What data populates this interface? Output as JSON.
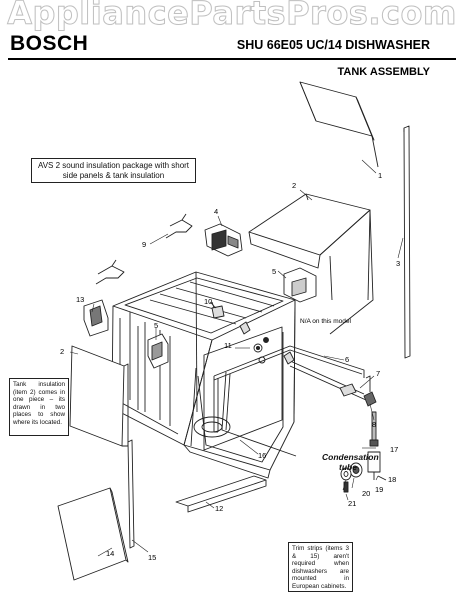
{
  "watermark": "AppliancePartsPros.com",
  "header": {
    "brand": "BOSCH",
    "model": "SHU 66E05 UC/14 DISHWASHER",
    "section": "TANK ASSEMBLY"
  },
  "notes": {
    "avs": "AVS 2 sound insulation package with short side panels & tank insulation",
    "tank_insulation": "Tank insulation (item 2) comes in one piece – its drawn in two places to show where its located.",
    "trim_strips": "Trim strips (items 3 & 15) aren't required when dishwashers are mounted in European cabinets.",
    "na_model": "N/A on this model",
    "condensation": "Condensation tube"
  },
  "callouts": {
    "c1": "1",
    "c2a": "2",
    "c2b": "2",
    "c3": "3",
    "c4": "4",
    "c5a": "5",
    "c5b": "5",
    "c6": "6",
    "c7": "7",
    "c8": "8",
    "c9": "9",
    "c10": "10",
    "c11": "11",
    "c12": "12",
    "c13": "13",
    "c14": "14",
    "c15": "15",
    "c16": "16",
    "c17": "17",
    "c18": "18",
    "c19": "19",
    "c20": "20",
    "c21": "21"
  }
}
